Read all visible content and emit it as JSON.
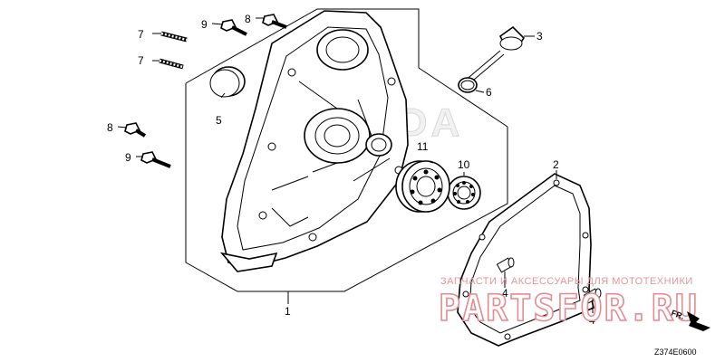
{
  "callouts": {
    "c1": "1",
    "c2": "2",
    "c3": "3",
    "c4a": "4",
    "c4b": "4",
    "c5": "5",
    "c6": "6",
    "c7a": "7",
    "c7b": "7",
    "c8a": "8",
    "c8b": "8",
    "c9a": "9",
    "c9b": "9",
    "c10": "10",
    "c11": "11"
  },
  "watermark": {
    "subtitle": "ЗАПЧАСТИ И АКСЕССУАРЫ ДЛЯ МОТОТЕХНИКИ",
    "brand": "PARTSFOR.RU",
    "faded": "HONDA"
  },
  "direction_label": "FR.",
  "diagram_code": "Z374E0600"
}
